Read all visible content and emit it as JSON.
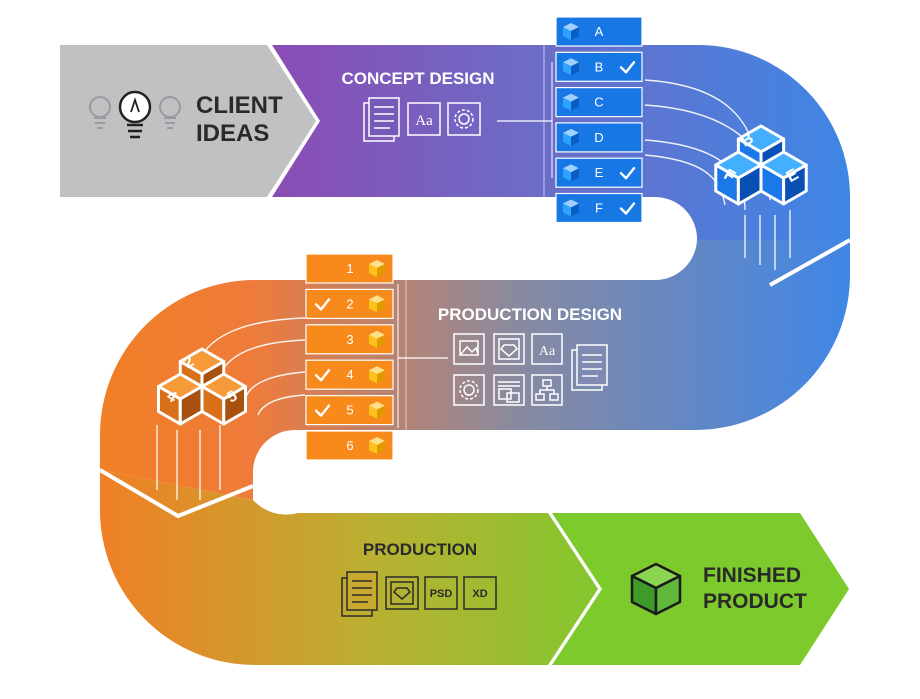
{
  "stages": {
    "client_ideas": {
      "line1": "CLIENT",
      "line2": "IDEAS"
    },
    "concept_design": {
      "title": "CONCEPT DESIGN"
    },
    "production_design": {
      "title": "PRODUCTION DESIGN"
    },
    "production": {
      "title": "PRODUCTION",
      "badge_psd": "PSD",
      "badge_xd": "XD"
    },
    "finished_product": {
      "line1": "FINISHED",
      "line2": "PRODUCT"
    }
  },
  "concept_items": [
    {
      "label": "A",
      "checked": false
    },
    {
      "label": "B",
      "checked": true
    },
    {
      "label": "C",
      "checked": false
    },
    {
      "label": "D",
      "checked": false
    },
    {
      "label": "E",
      "checked": true
    },
    {
      "label": "F",
      "checked": true
    }
  ],
  "production_items": [
    {
      "label": "1",
      "checked": false
    },
    {
      "label": "2",
      "checked": true
    },
    {
      "label": "3",
      "checked": false
    },
    {
      "label": "4",
      "checked": true
    },
    {
      "label": "5",
      "checked": true
    },
    {
      "label": "6",
      "checked": false
    }
  ],
  "cube_stack_blue": [
    "B",
    "F",
    "E"
  ],
  "cube_stack_orange": [
    "2",
    "4",
    "5"
  ],
  "icons": {
    "concept_aa": "Aa",
    "production_aa": "Aa"
  },
  "colors": {
    "grey_band": "#c1c1c4",
    "purple": "#7a4fb6",
    "blue": "#3f86e6",
    "orange": "#f07f25",
    "green": "#79c82d",
    "item_blue": "#1677e5",
    "item_orange": "#f88a1c"
  }
}
